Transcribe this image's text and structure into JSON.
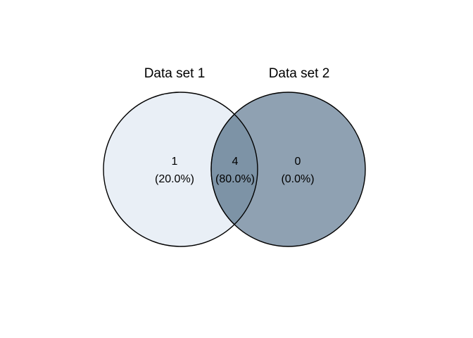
{
  "chart_data": {
    "type": "venn",
    "title": "",
    "sets": [
      "Data set 1",
      "Data set 2"
    ],
    "regions": [
      {
        "region": "Data set 1 only",
        "count": 1,
        "percent": 20.0
      },
      {
        "region": "intersection",
        "count": 4,
        "percent": 80.0
      },
      {
        "region": "Data set 2 only",
        "count": 0,
        "percent": 0.0
      }
    ],
    "legend_position": "none",
    "grid": false
  },
  "venn": {
    "titles": {
      "left": "Data set 1",
      "right": "Data set 2"
    },
    "labels": {
      "left_count": "1",
      "left_pct": "(20.0%)",
      "overlap_count": "4",
      "overlap_pct": "(80.0%)",
      "right_count": "0",
      "right_pct": "(0.0%)"
    },
    "colors": {
      "set1_fill": "#e9eff6",
      "set2_fill": "#8fa1b2",
      "overlap_fill": "#7d93a6",
      "outline": "#000000",
      "text": "#000000",
      "background": "#ffffff"
    }
  }
}
